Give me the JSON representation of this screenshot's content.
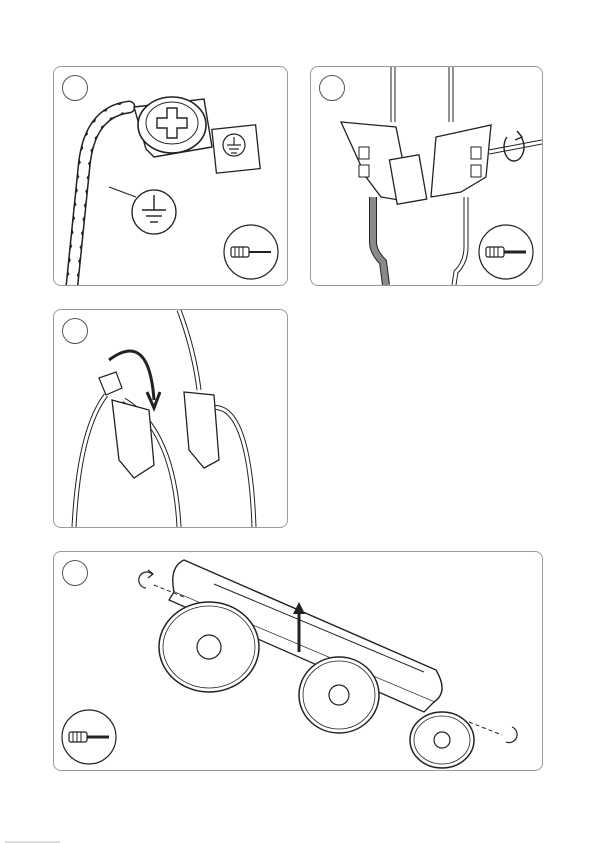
{
  "document": {
    "type": "assembly-instructions",
    "panels": [
      {
        "id": "step-1",
        "content": "ground-wire-connection",
        "tool": "screwdriver-icon"
      },
      {
        "id": "step-2",
        "content": "terminal-block-wiring",
        "tool": "screwdriver-icon"
      },
      {
        "id": "step-3",
        "content": "terminal-cover-closing"
      },
      {
        "id": "step-4",
        "content": "spotlight-bar-mounting",
        "tool": "screwdriver-icon"
      }
    ]
  },
  "colors": {
    "line": "#222222",
    "border": "#9a9a9a",
    "fill": "#ffffff",
    "wire": "#8a8a8a"
  }
}
